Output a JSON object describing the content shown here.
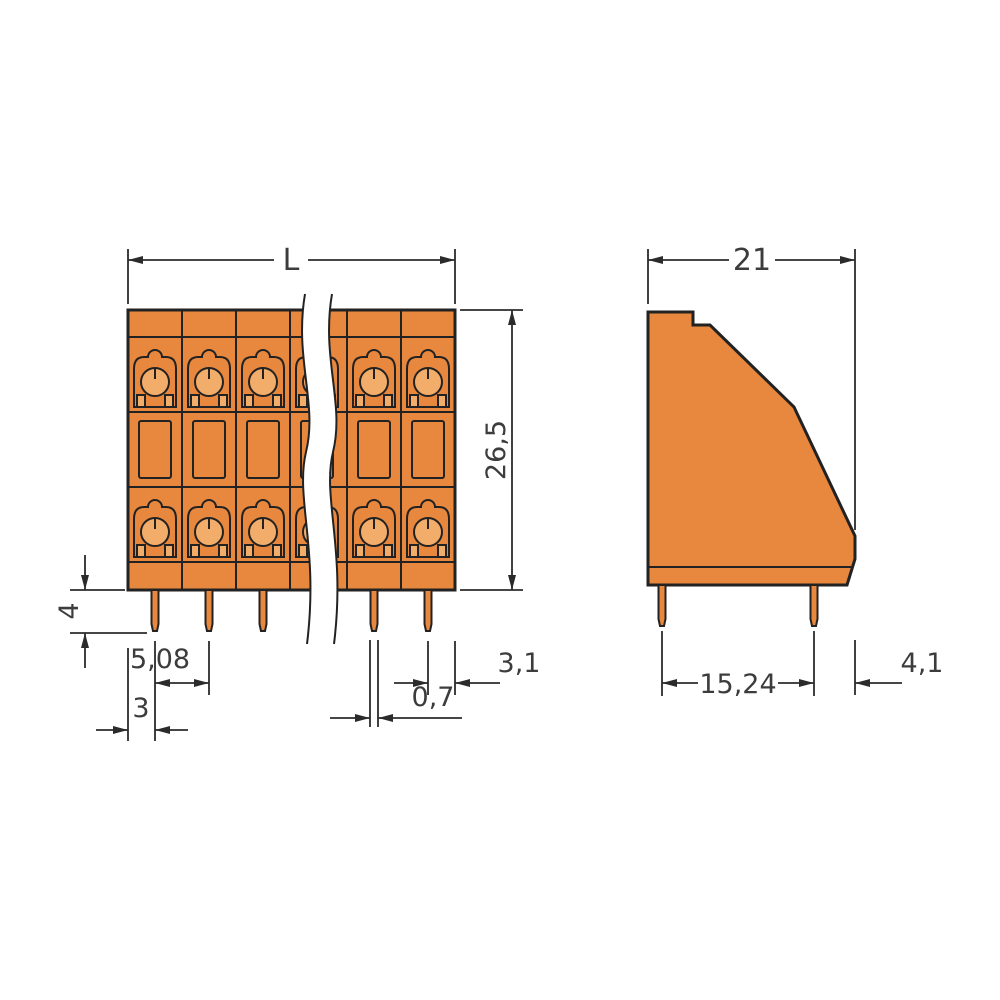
{
  "background": "#ffffff",
  "colors": {
    "body": "#e8883e",
    "lever": "#f3ad6b",
    "line": "#222222",
    "dim": "#2b2b2b",
    "text": "#3c3c3c"
  },
  "front_view": {
    "name": "double-deck PCB terminal block - front view with break (variable pole count)",
    "dims": {
      "length": "L",
      "height": "26,5",
      "pin_length": "4",
      "pitch": "5,08",
      "edge_to_first_pin": "3",
      "pin_width": "0,7",
      "last_pin_to_edge": "3,1"
    }
  },
  "side_view": {
    "name": "double-deck PCB terminal block - side profile view",
    "dims": {
      "depth": "21",
      "pin_spacing": "15,24",
      "pin_to_edge": "4,1"
    }
  }
}
